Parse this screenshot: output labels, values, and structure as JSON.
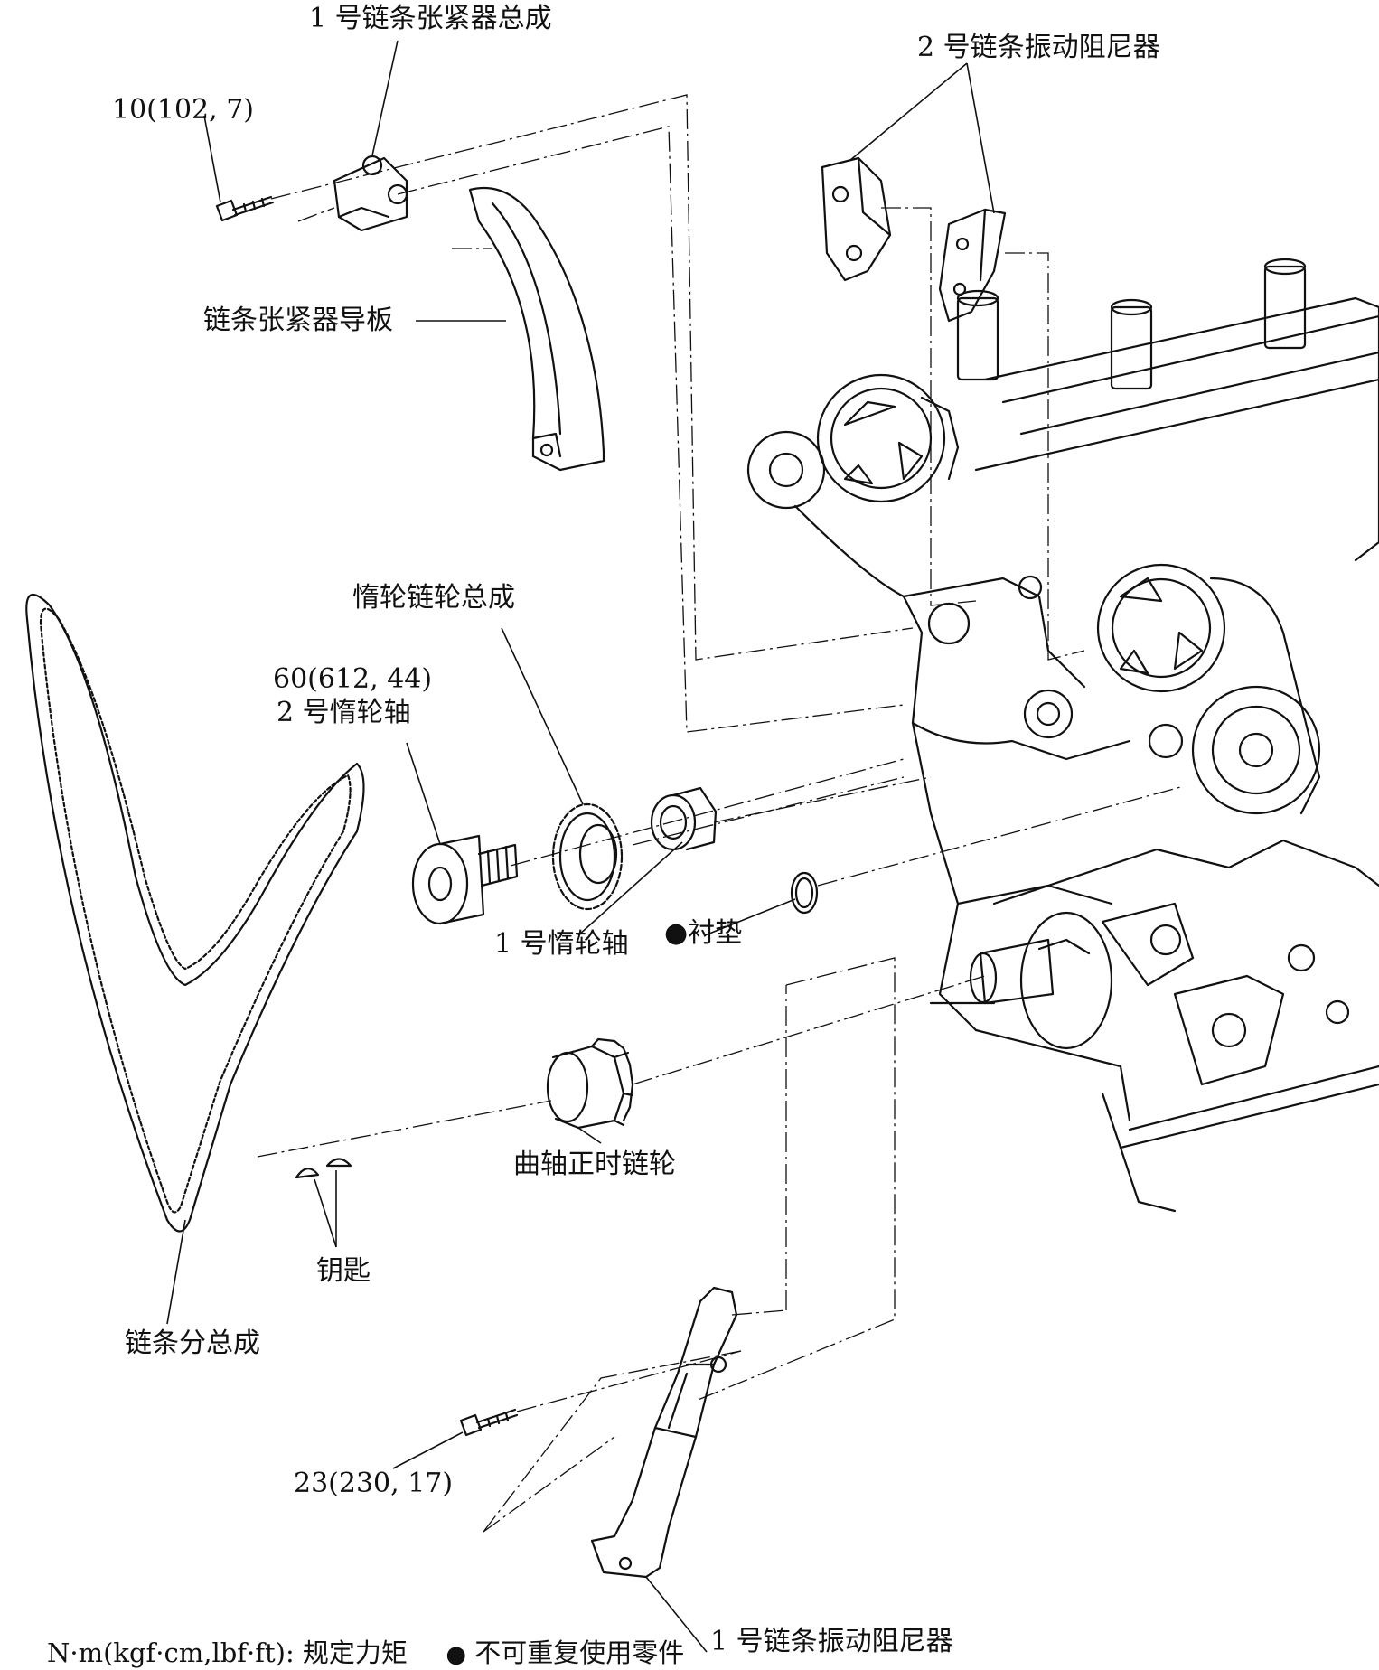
{
  "labels": {
    "tensioner_no1": "1 号链条张紧器总成",
    "damper_no2": "2 号链条振动阻尼器",
    "torque_tensioner_bolt": "10(102, 7)",
    "tensioner_slipper": "链条张紧器导板",
    "idler_sprocket": "惰轮链轮总成",
    "torque_idler_shaft": "60(612, 44)",
    "idler_shaft_no2": "2 号惰轮轴",
    "idler_shaft_no1": "1 号惰轮轴",
    "gasket": "●衬垫",
    "crank_sprocket": "曲轴正时链轮",
    "key": "钥匙",
    "chain": "链条分总成",
    "torque_damper_bolt": "23(230, 17)",
    "damper_no1": "1 号链条振动阻尼器"
  },
  "legend": {
    "torque_unit": "N·m(kgf·cm,lbf·ft): 规定力矩",
    "bullet": "●",
    "non_reusable": "不可重复使用零件"
  },
  "colors": {
    "ink": "#111111",
    "paper": "#ffffff"
  }
}
